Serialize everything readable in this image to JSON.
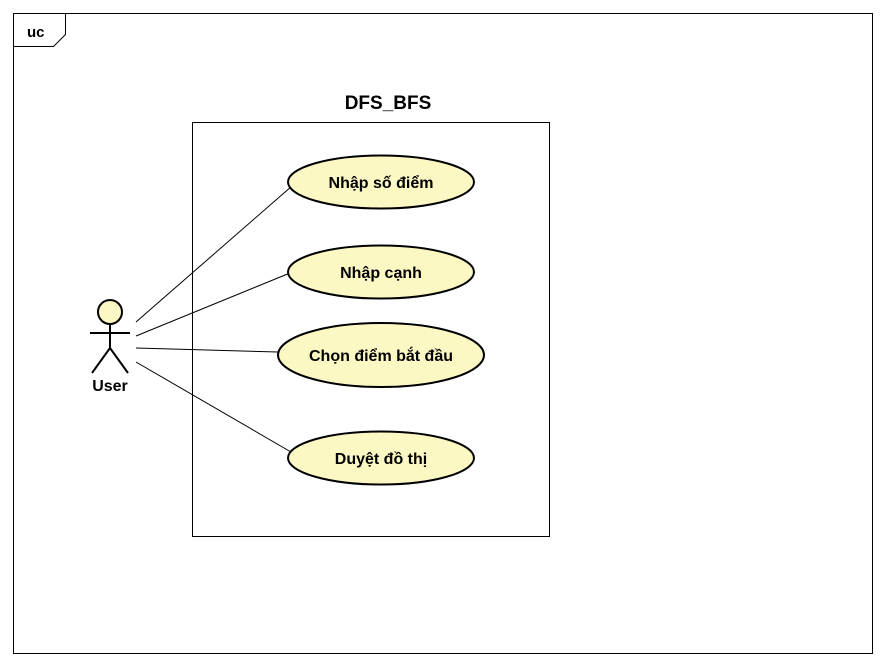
{
  "frame": {
    "tag": "uc"
  },
  "system": {
    "name": "DFS_BFS"
  },
  "actor": {
    "name": "User"
  },
  "use_cases": [
    {
      "label": "Nhập số điểm"
    },
    {
      "label": "Nhập cạnh"
    },
    {
      "label": "Chọn điểm bắt đầu"
    },
    {
      "label": "Duyệt đồ thị"
    }
  ],
  "colors": {
    "use_case_fill": "#fcf8c4",
    "actor_fill": "#fcf8c4",
    "stroke": "#000000",
    "background": "#ffffff"
  }
}
